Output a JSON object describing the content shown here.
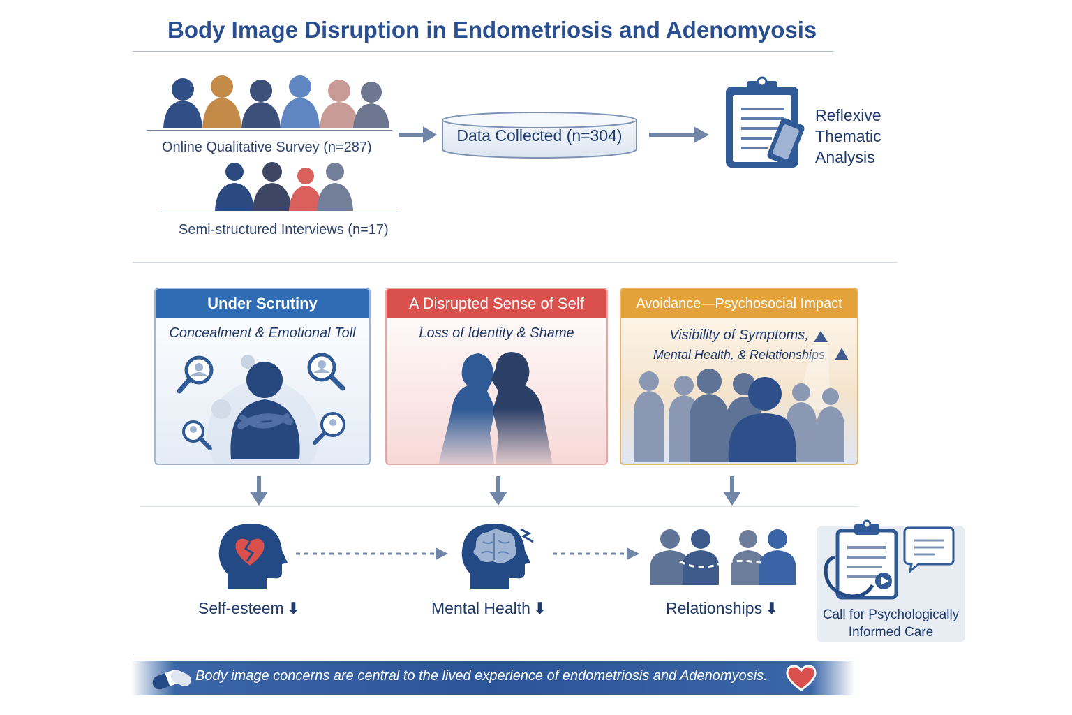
{
  "title": "Body Image Disruption in Endometriosis and Adenomyosis",
  "methods": {
    "survey_label": "Online Qualitative Survey (n=287)",
    "interviews_label": "Semi-structured Interviews (n=17)",
    "data_collected_label": "Data Collected (n=304)",
    "analysis_lines": [
      "Reflexive",
      "Thematic",
      "Analysis"
    ]
  },
  "themes": [
    {
      "title": "Under Scrutiny",
      "subtitle": "Concealment & Emotional Toll",
      "color": "#2f6cb3"
    },
    {
      "title": "A Disrupted Sense of Self",
      "subtitle": "Loss of Identity & Shame",
      "color": "#d9504d"
    },
    {
      "title": "Avoidance—Psychosocial Impact",
      "subtitle_lines": [
        "Visibility of Symptoms,",
        "Mental Health, & Relationships"
      ],
      "color": "#e3a23a"
    }
  ],
  "outcomes": [
    {
      "label": "Self-esteem",
      "icon": "broken-heart-head-icon"
    },
    {
      "label": "Mental Health",
      "icon": "brain-head-icon"
    },
    {
      "label": "Relationships",
      "icon": "people-pairs-icon"
    }
  ],
  "care": {
    "lines": [
      "Call for Psychologically",
      "Informed Care"
    ],
    "icon": "clipboard-stethoscope-icon"
  },
  "footer": {
    "text": "Body image concerns are central to the lived experience of endometriosis and Adenomyosis."
  },
  "colors": {
    "navy": "#1f3a6b",
    "blue": "#2f6cb3",
    "red": "#d9504d",
    "orange": "#e3a23a",
    "arrow": "#6f86a6"
  }
}
